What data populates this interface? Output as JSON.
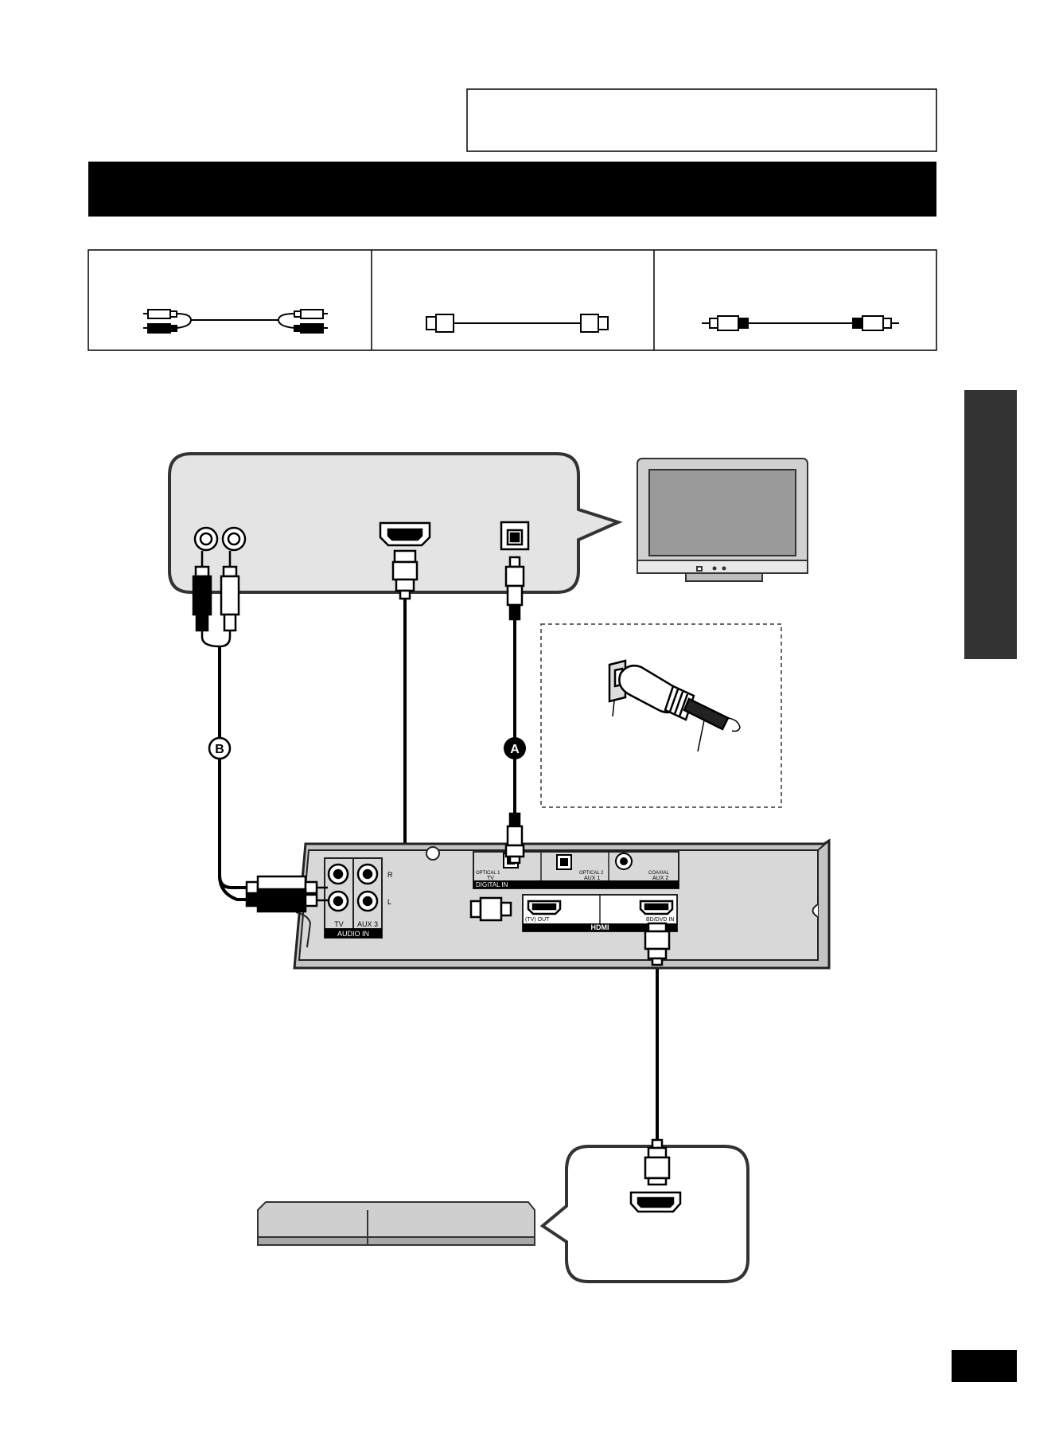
{
  "device_labels": {
    "optical_1": "OPTICAL 1",
    "tv": "TV",
    "optical_2": "OPTICAL 2",
    "aux_1": "AUX 1",
    "coaxial": "COAXIAL",
    "aux_2": "AUX 2",
    "digital_in": "DIGITAL IN",
    "tv_out": "(TV) OUT",
    "bd_dvd_in": "BD/DVD IN",
    "hdmi_logo": "HDMI",
    "audio_tv": "TV",
    "aux_3": "AUX 3",
    "audio_in": "AUDIO IN",
    "r": "R",
    "l": "L"
  },
  "cable_markers": {
    "a": "A",
    "b": "B"
  },
  "icons": {
    "cables": [
      "rca-cable-icon",
      "hdmi-cable-icon",
      "optical-cable-icon"
    ],
    "devices": [
      "tv-icon",
      "bd-player-icon",
      "sound-bar-rear-panel",
      "optical-plug-detail"
    ]
  },
  "colors": {
    "ink": "#000000",
    "panel_gray": "#d8d8d8",
    "side_tab": "#333333"
  }
}
